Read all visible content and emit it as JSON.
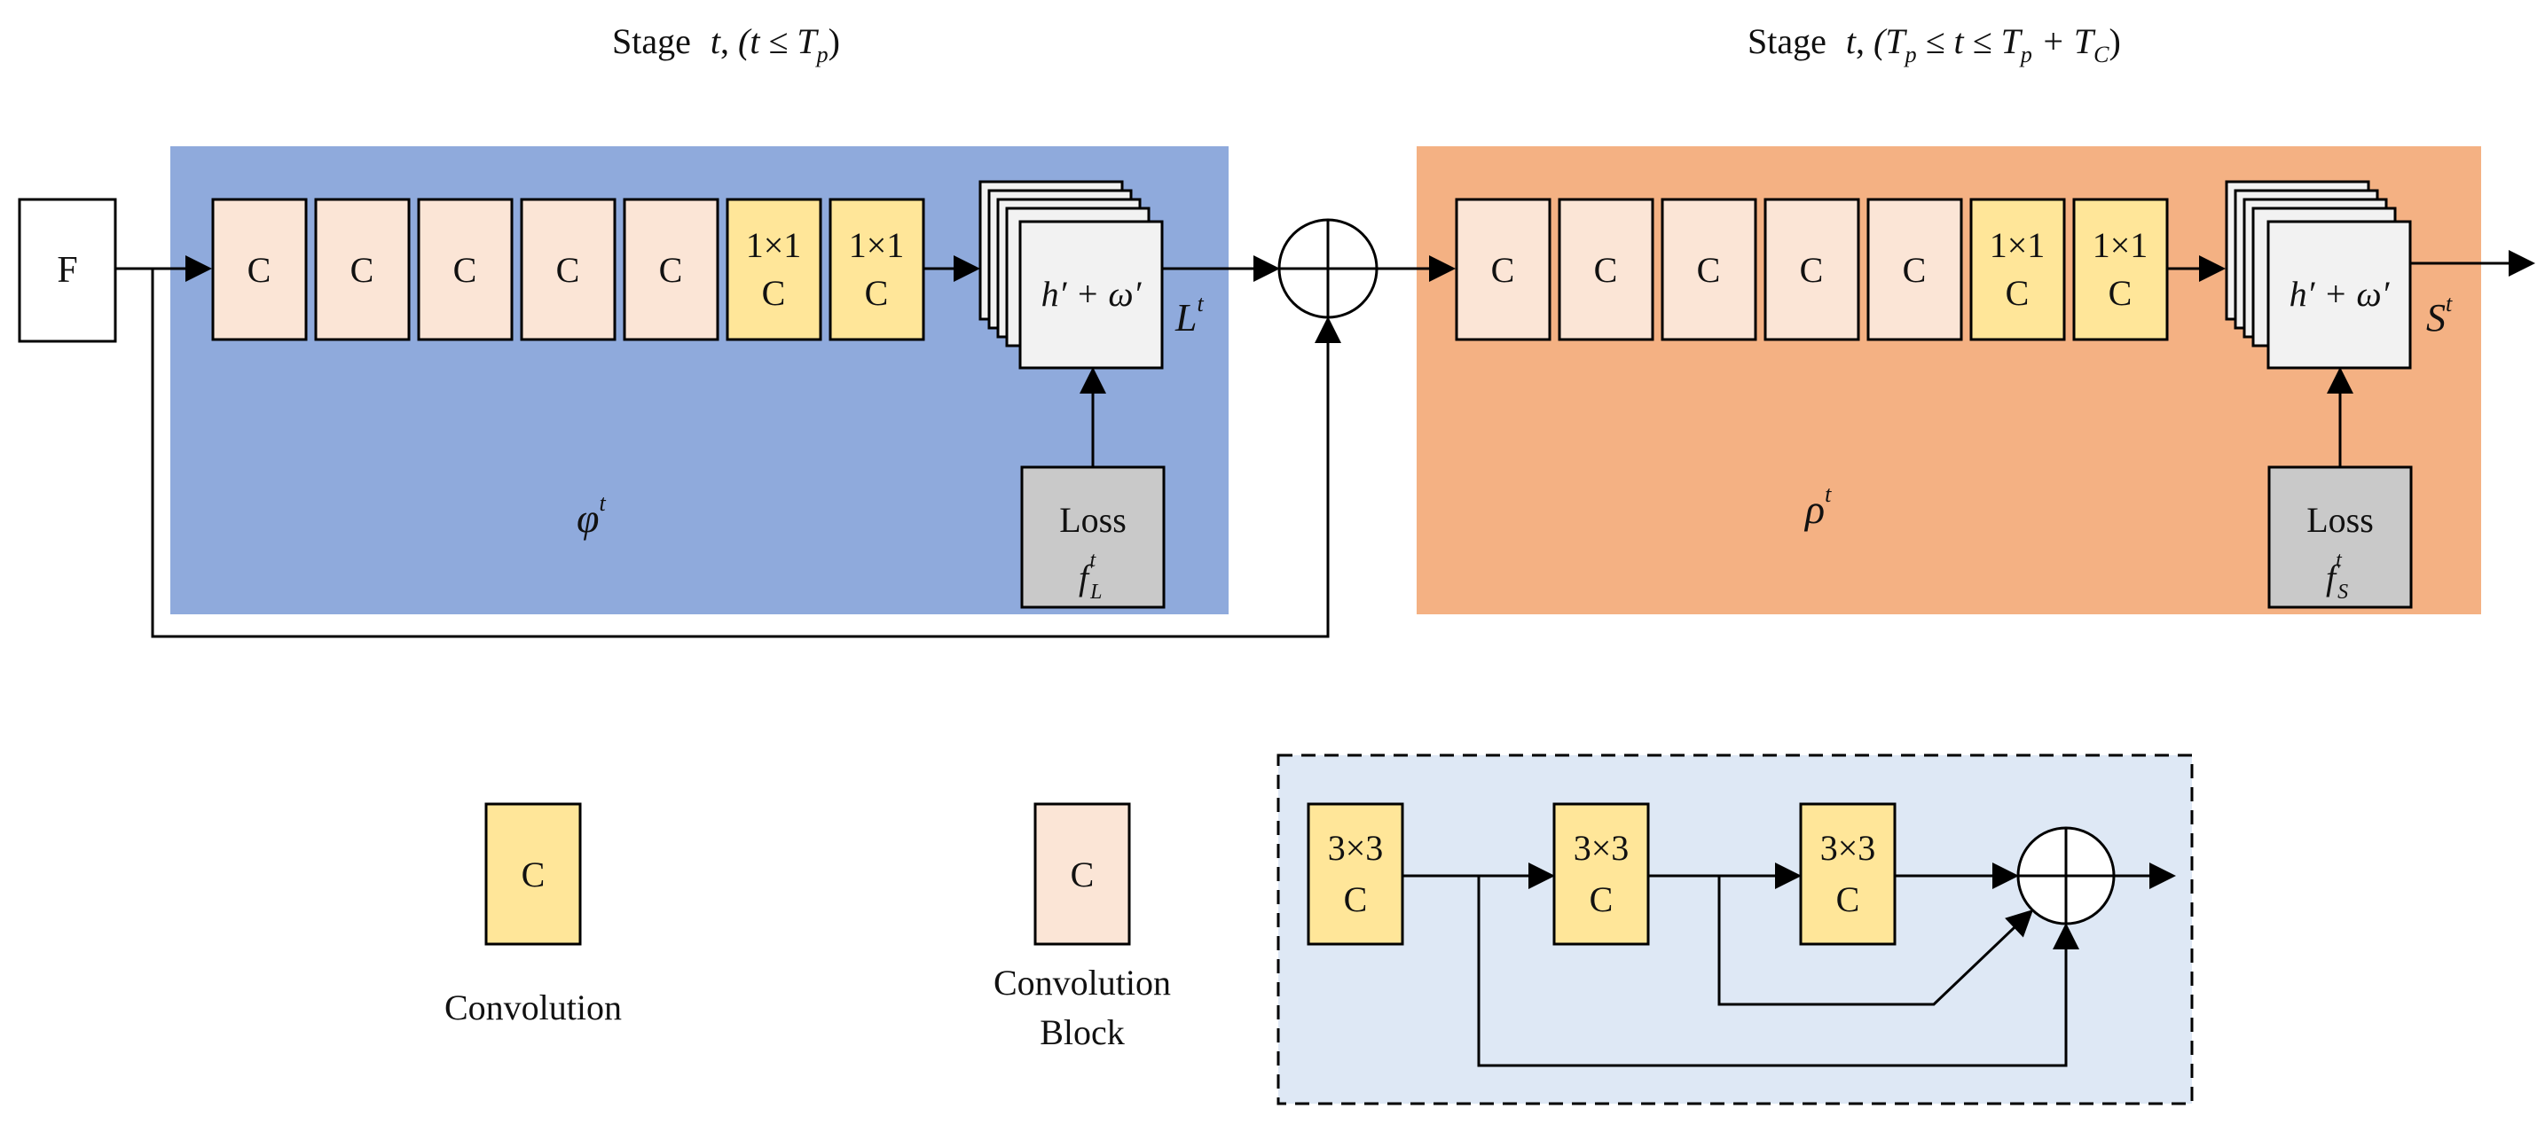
{
  "stage1": {
    "title_prefix": "Stage",
    "title_var": "t",
    "title_cond": "(t ≤ T",
    "title_sub": "p",
    "title_close": ")",
    "phi": "φ",
    "sup": "t"
  },
  "stage2": {
    "title_prefix": "Stage",
    "title_var": "t",
    "title_cond_a": "(T",
    "title_sub_a": "p",
    "title_cond_b": " ≤ t ≤ T",
    "title_sub_b": "p",
    "title_cond_c": " + T",
    "title_sub_c": "C",
    "title_close": ")",
    "rho": "ρ",
    "sup": "t"
  },
  "input": {
    "label": "F"
  },
  "block": {
    "c": "C",
    "one_by_one": "1×1",
    "three_by_three": "3×3"
  },
  "heads": {
    "h_term": "h′ + ω′",
    "out_L": "L",
    "out_S": "S",
    "sup": "t"
  },
  "loss": {
    "label": "Loss",
    "f": "f",
    "sub_L": "L",
    "sub_S": "S",
    "sup": "t"
  },
  "legend": {
    "conv_label": "Convolution",
    "block_label_1": "Convolution",
    "block_label_2": "Block"
  },
  "colors": {
    "stage1_bg": "#8faadc",
    "stage2_bg": "#f4b183",
    "conv_block": "#fbe5d6",
    "conv": "#ffe699",
    "loss": "#c9c9c9",
    "detail_bg": "#dee8f5",
    "head": "#f2f2f2"
  }
}
